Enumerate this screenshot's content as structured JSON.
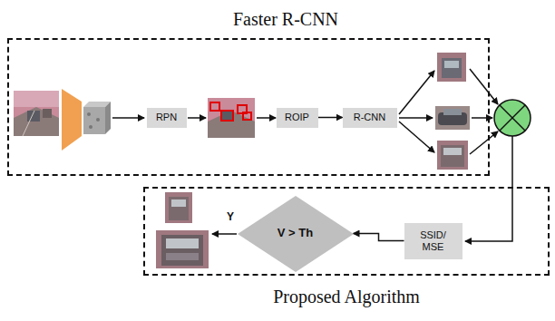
{
  "diagram": {
    "nodes": [
      {
        "text": [
          "Faster R-CNN"
        ]
      },
      {
        "text": [
          "RPN"
        ],
        "in": 0
      },
      {
        "text": [
          "ROIP"
        ],
        "in": 0
      },
      {
        "text": [
          "R-CNN"
        ],
        "in": 0
      },
      {
        "text": [
          "Proposed Algorithm"
        ]
      },
      {
        "text": [
          "SSID/ MSE"
        ],
        "in": 4
      },
      {
        "text": [
          "V > Th"
        ],
        "in": 4
      }
    ],
    "edges": [
      {
        "from": 2,
        "to": 3,
        "arrow": "to"
      },
      {
        "from": 5,
        "to": 6,
        "arrow": "to"
      }
    ],
    "labels": [
      "Y"
    ]
  }
}
